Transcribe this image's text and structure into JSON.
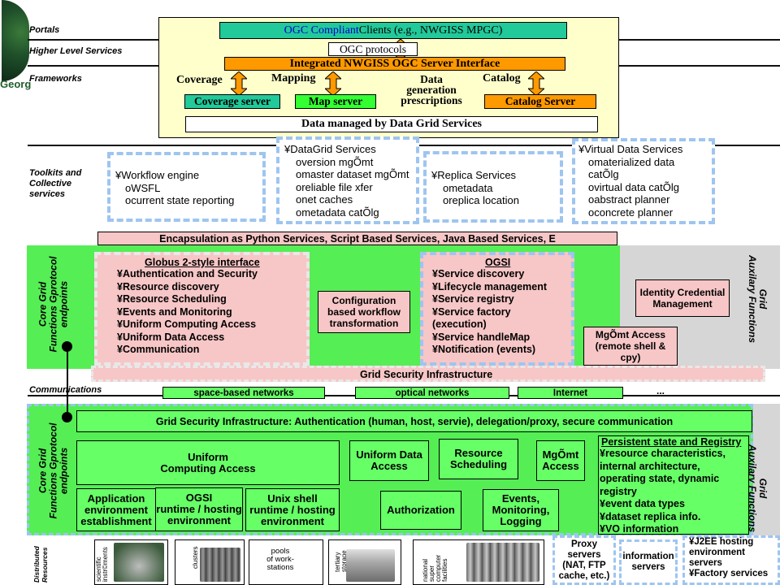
{
  "layers": {
    "portals": "Portals",
    "higher_level": "Higher Level Services",
    "frameworks": "Frameworks",
    "toolkits": "Toolkits and\nCollective\nservices",
    "communications": "Communications",
    "distributed": "Distributed\nResources"
  },
  "logo_fragment": "Georg",
  "ogc": {
    "clients_prefix": "OGC Compliant",
    "clients_rest": " Clients (e.g.,  NWGISS MPGC)",
    "protocols": "OGC protocols",
    "server_interface": "Integrated NWGISS OGC Server Interface",
    "coverage": "Coverage",
    "mapping": "Mapping",
    "data_gen": "Data\ngeneration\nprescriptions",
    "catalog": "Catalog",
    "coverage_server": "Coverage server",
    "map_server": "Map server",
    "catalog_server": "Catalog Server",
    "data_managed": "Data managed by Data Grid Services"
  },
  "toolkits": {
    "workflow": [
      "¥Workflow engine",
      "oWSFL",
      "ocurrent state reporting"
    ],
    "datagrid": [
      "¥DataGrid Services",
      "oversion mgÕmt",
      "omaster dataset mgÕmt",
      "oreliable file xfer",
      "onet caches",
      "ometadata catÕlg"
    ],
    "replica": [
      "¥Replica Services",
      "ometadata",
      "oreplica location"
    ],
    "virtual": [
      "¥Virtual Data Services",
      "omaterialized data",
      "catÕlg",
      "ovirtual data catÕlg",
      "oabstract planner",
      "oconcrete planner"
    ]
  },
  "encapsulation": "Encapsulation as Python Services, Script Based Services, Java Based Services, E",
  "core_upper": {
    "side_label": "Core Grid\nFunctions Gprotocol\nendpoints",
    "aux_label": "Grid\nAuxilary Functions",
    "globus_title": "Globus 2-style interface",
    "globus_items": [
      "¥Authentication and Security",
      "¥Resource discovery",
      "¥Resource Scheduling",
      "¥Events  and Monitoring",
      "¥Uniform Computing Access",
      "¥Uniform Data Access",
      "¥Communication"
    ],
    "config_workflow": "Configuration\nbased workflow\ntransformation",
    "ogsi_title": "OGSI",
    "ogsi_items": [
      "¥Service discovery",
      "¥Lifecycle management",
      "¥Service registry",
      "¥Service factory",
      "(execution)",
      "¥Service handleMap",
      "¥Notification (events)"
    ],
    "identity": "Identity Credential\nManagement",
    "mgmt_access": "MgÕmt Access\n(remote shell &\ncpy)",
    "gsi": "Grid Security Infrastructure"
  },
  "networks": {
    "space": "space-based networks",
    "optical": "optical networks",
    "internet": "Internet",
    "more": "..."
  },
  "core_lower": {
    "side_label": "Core Grid\nFunctions Gprotocol\nendpoints",
    "aux_label": "Grid\nAuxilary Functions",
    "gsi_full": "Grid Security Infrastructure: Authentication (human, host, servie), delegation/proxy, secure communication",
    "uniform_computing": "Uniform\nComputing Access",
    "uniform_data": "Uniform Data\nAccess",
    "resource_sched": "Resource\nScheduling",
    "mgmt_access": "MgÕmt\nAccess",
    "app_env": "Application\nenvironment\nestablishment",
    "ogsi_runtime": "OGSI\nruntime / hosting\nenvironment",
    "unix_shell": "Unix shell\nruntime / hosting\nenvironment",
    "authorization": "Authorization",
    "events": "Events,\nMonitoring,\nLogging",
    "persistent_title": "Persistent state and Registry",
    "persistent_items": [
      "¥resource characteristics,",
      "internal architecture,",
      "operating state, dynamic",
      "registry",
      "¥event data types",
      "¥dataset replica info.",
      "¥VO information"
    ]
  },
  "resources": {
    "scientific": "scientific\ninstr©ments",
    "clusters": "clusters",
    "pools": "pools\nof work-\nstations",
    "tertiary": "tertiary\nstorage",
    "national": "national\nsuper\ncomputer\nfacilities",
    "proxy": "Proxy\nservers\n(NAT, FTP\ncache, etc.)",
    "information": "information\nservers",
    "j2ee": [
      "¥J2EE hosting",
      "environment",
      "servers",
      "¥Factory services"
    ]
  },
  "colors": {
    "green": "#66ff66",
    "light_green": "#55ee55",
    "pink": "#f7c6c6",
    "teal": "#22c99a",
    "orange": "#ff9900",
    "cream": "#ffffcc",
    "dashed_blue": "#9ec5f0",
    "gray": "#d6d6d6"
  }
}
